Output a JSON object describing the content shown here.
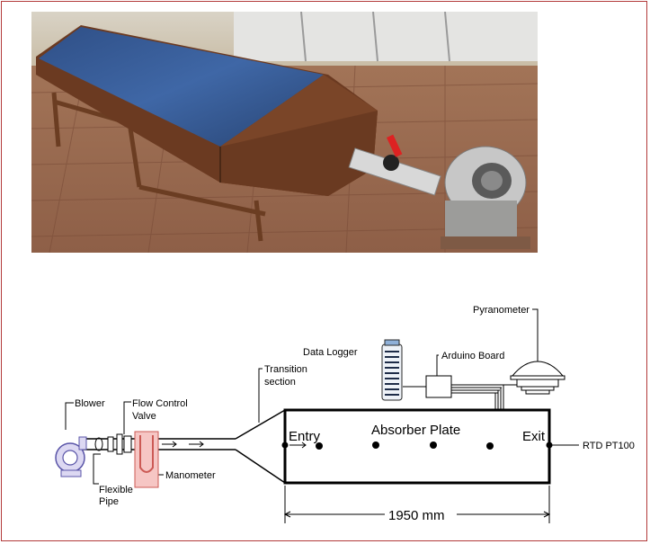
{
  "figure": {
    "photo_alt": "Photograph of solar air heater collector connected to a blower on a rooftop",
    "labels": {
      "blower": "Blower",
      "flow_control_valve_1": "Flow Control",
      "flow_control_valve_2": "Valve",
      "flexible_pipe_1": "Flexible",
      "flexible_pipe_2": "Pipe",
      "manometer": "Manometer",
      "transition_1": "Transition",
      "transition_2": "section",
      "data_logger": "Data Logger",
      "arduino_board": "Arduino Board",
      "pyranometer": "Pyranometer",
      "entry": "Entry",
      "absorber_plate": "Absorber Plate",
      "exit": "Exit",
      "rtd": "RTD PT100",
      "dimension": "1950 mm"
    }
  }
}
